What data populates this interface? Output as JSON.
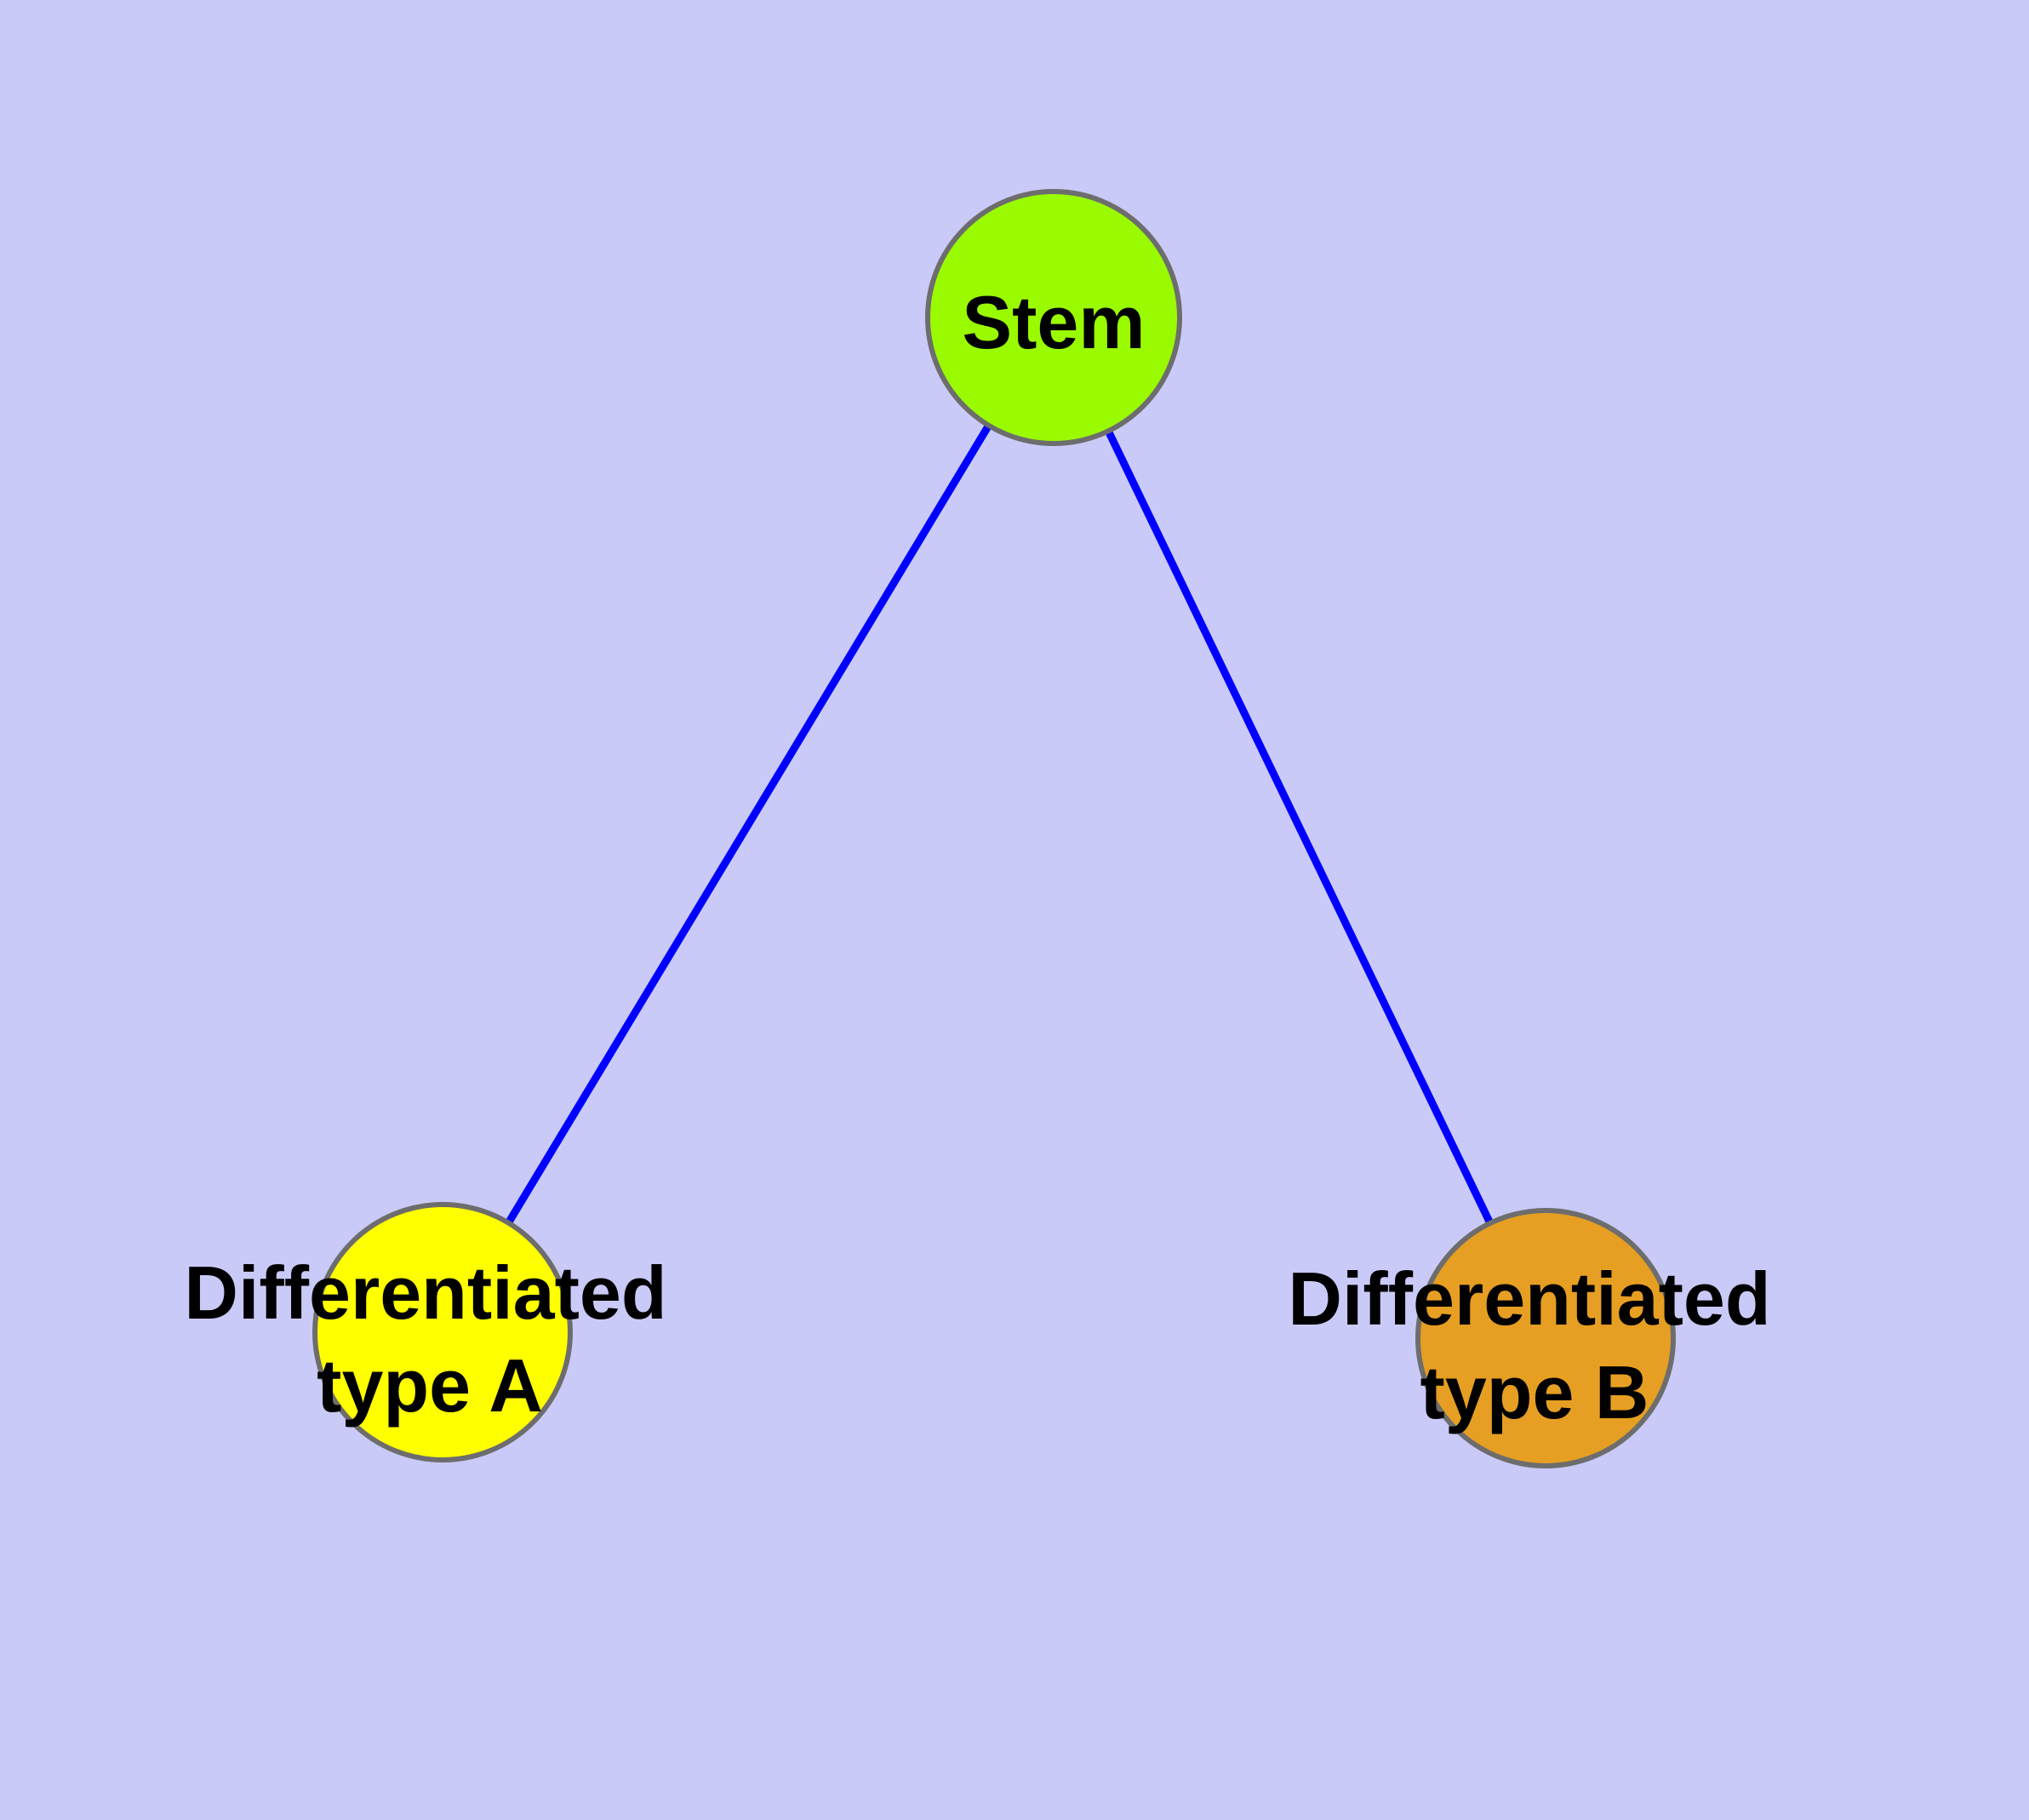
{
  "diagram": {
    "type": "node-link graph",
    "colors": {
      "background": "#CACAF8",
      "edge": "#0000FF",
      "node_border": "#6D6D6D",
      "label_text": "#000000",
      "stem_fill": "#9AFB00",
      "type_a_fill": "#FFFF00",
      "type_b_fill": "#E69F22"
    },
    "nodes": {
      "stem": {
        "label": "Stem",
        "fill": "#9AFB00"
      },
      "typeA": {
        "label_line1": "Differentiated",
        "label_line2": "type A",
        "fill": "#FFFF00"
      },
      "typeB": {
        "label_line1": "Differentiated",
        "label_line2": "type B",
        "fill": "#E69F22"
      }
    },
    "edges": [
      {
        "from": "Stem",
        "to": "Differentiated type A"
      },
      {
        "from": "Stem",
        "to": "Differentiated type B"
      }
    ]
  }
}
